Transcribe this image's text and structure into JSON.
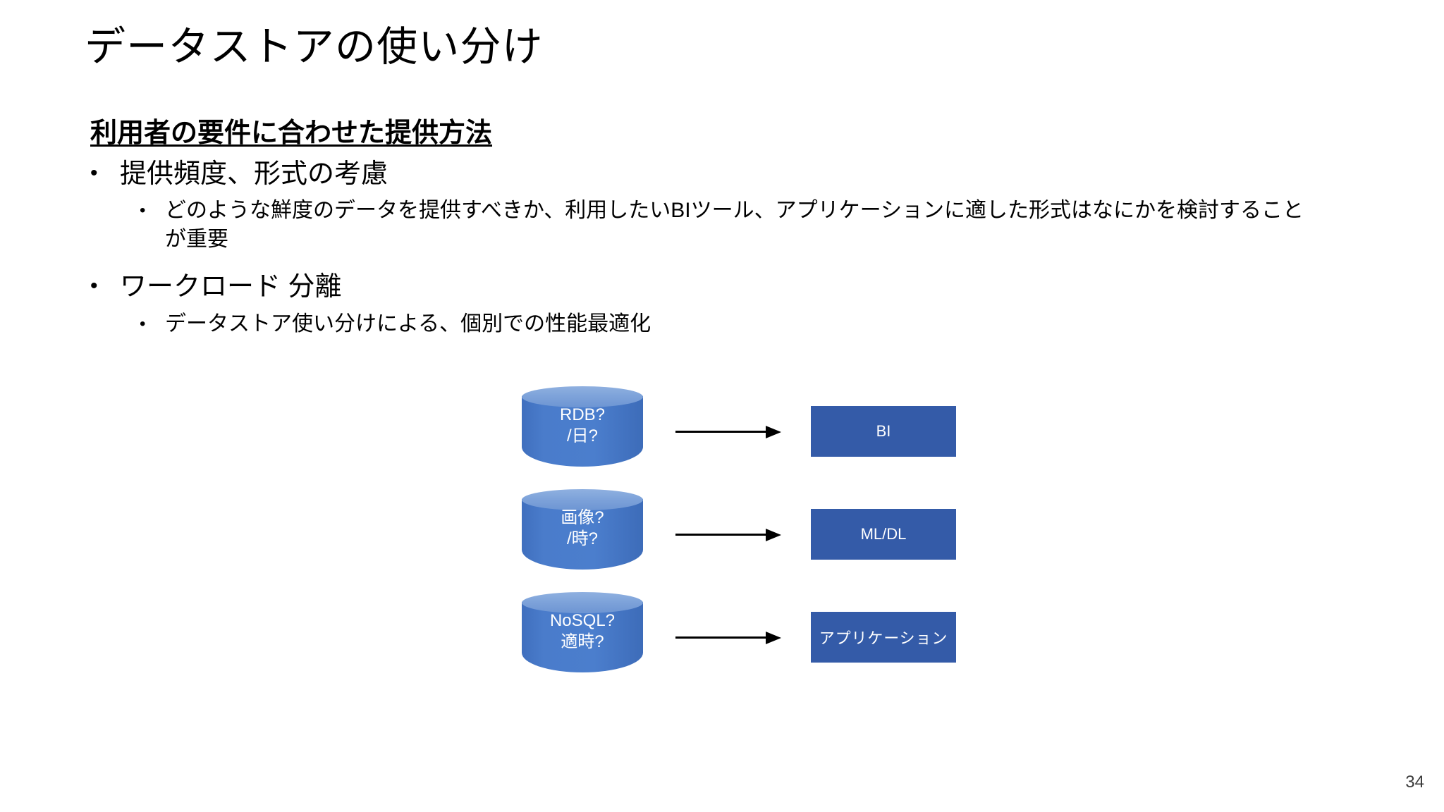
{
  "slide": {
    "title": "データストアの使い分け",
    "page_number": "34",
    "sub_heading": "利用者の要件に合わせた提供方法",
    "bullets": [
      {
        "marker": "•",
        "text": "提供頻度、形式の考慮",
        "children": [
          {
            "marker": "•",
            "text": "どのような鮮度のデータを提供すべきか、利用したいBIツール、アプリケーションに適した形式はなにかを検討することが重要"
          }
        ]
      },
      {
        "marker": "•",
        "text": "ワークロード 分離",
        "children": [
          {
            "marker": "•",
            "text": "データストア使い分けによる、個別での性能最適化"
          }
        ]
      }
    ],
    "diagram": {
      "rows": [
        {
          "store_line1": "RDB?",
          "store_line2": "/日?",
          "destination": "BI"
        },
        {
          "store_line1": "画像?",
          "store_line2": "/時?",
          "destination": "ML/DL"
        },
        {
          "store_line1": "NoSQL?",
          "store_line2": "適時?",
          "destination": "アプリケーション"
        }
      ]
    },
    "colors": {
      "cylinder_body": "#4a7ccb",
      "cylinder_top": "#7ea3da",
      "destination_box": "#345ba8",
      "text": "#000000",
      "arrow": "#000000"
    }
  }
}
